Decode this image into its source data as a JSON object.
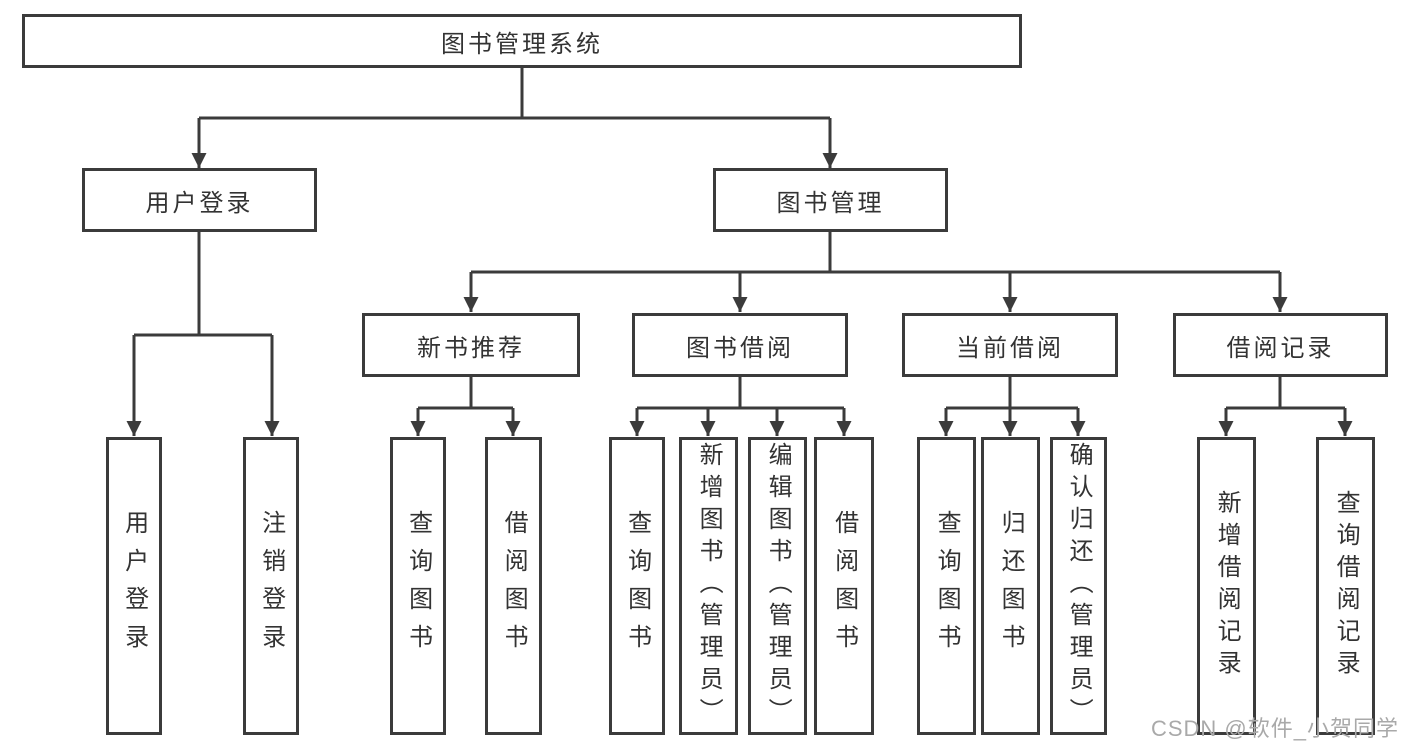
{
  "diagram_title": "图书管理系统",
  "tree": {
    "label": "图书管理系统",
    "children": [
      {
        "label": "用户登录",
        "children": [
          {
            "label": "用户登录"
          },
          {
            "label": "注销登录"
          }
        ]
      },
      {
        "label": "图书管理",
        "children": [
          {
            "label": "新书推荐",
            "children": [
              {
                "label": "查询图书"
              },
              {
                "label": "借阅图书"
              }
            ]
          },
          {
            "label": "图书借阅",
            "children": [
              {
                "label": "查询图书"
              },
              {
                "label": "新增图书（管理员）"
              },
              {
                "label": "编辑图书（管理员）"
              },
              {
                "label": "借阅图书"
              }
            ]
          },
          {
            "label": "当前借阅",
            "children": [
              {
                "label": "查询图书"
              },
              {
                "label": "归还图书"
              },
              {
                "label": "确认归还（管理员）"
              }
            ]
          },
          {
            "label": "借阅记录",
            "children": [
              {
                "label": "新增借阅记录"
              },
              {
                "label": "查询借阅记录"
              }
            ]
          }
        ]
      }
    ]
  },
  "watermark": "CSDN @软件_小贺同学",
  "colors": {
    "line": "#3b3b3b",
    "text": "#333333",
    "background": "#ffffff",
    "watermark": "#a9a9a9"
  }
}
